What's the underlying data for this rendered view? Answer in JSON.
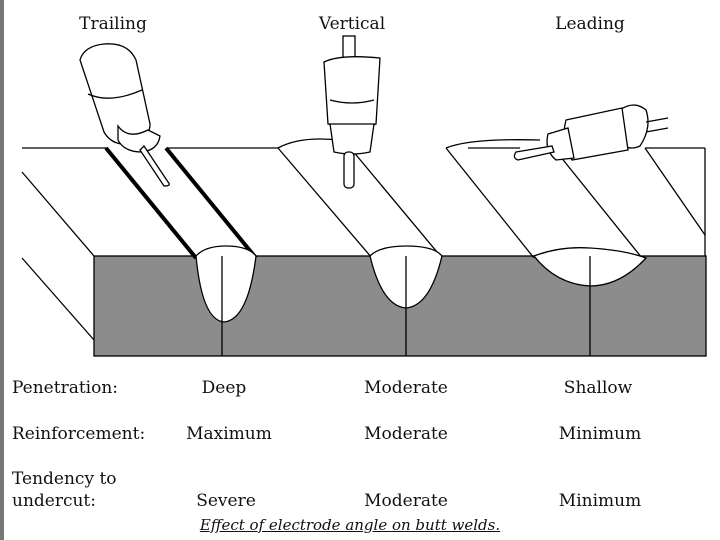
{
  "angles": {
    "trailing": "Trailing",
    "vertical": "Vertical",
    "leading": "Leading"
  },
  "rows": {
    "penetration": {
      "label": "Penetration:",
      "values": [
        "Deep",
        "Moderate",
        "Shallow"
      ]
    },
    "reinforcement": {
      "label": "Reinforcement:",
      "values": [
        "Maximum",
        "Moderate",
        "Minimum"
      ]
    },
    "undercut": {
      "label_line1": "Tendency to",
      "label_line2": "undercut:",
      "values": [
        "Severe",
        "Moderate",
        "Minimum"
      ]
    }
  },
  "caption": "Effect of electrode angle on butt welds.",
  "colors": {
    "section_fill": "#8c8c8c",
    "line": "#000000",
    "background": "#ffffff"
  }
}
